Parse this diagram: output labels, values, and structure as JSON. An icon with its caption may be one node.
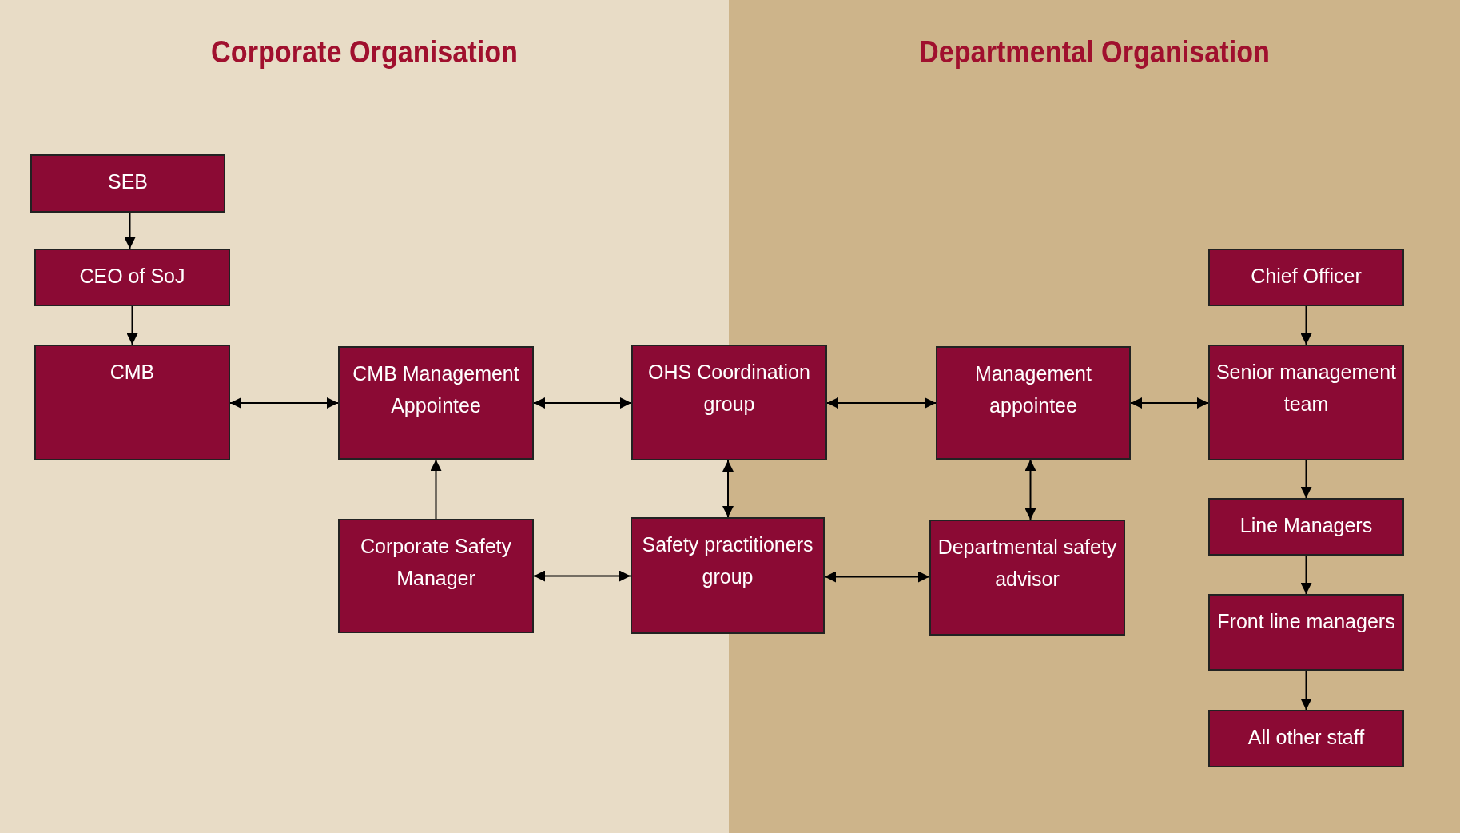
{
  "diagram": {
    "nodes": [
      {
        "text": [
          "Corporate Organisation"
        ]
      },
      {
        "text": [
          "Departmental Organisation"
        ]
      },
      {
        "text": [
          "SEB"
        ],
        "in": 0
      },
      {
        "text": [
          "CEO of SoJ"
        ],
        "in": 0
      },
      {
        "text": [
          "Chief Officer"
        ],
        "in": 1
      },
      {
        "text": [
          "CMB"
        ],
        "in": 0
      },
      {
        "text": [
          "CMB Management Appointee"
        ],
        "in": 0
      },
      {
        "text": [
          "OHS Coordination group"
        ]
      },
      {
        "text": [
          "Management appointee"
        ],
        "in": 1
      },
      {
        "text": [
          "Senior management team"
        ],
        "in": 1
      },
      {
        "text": [
          "Line Managers"
        ],
        "in": 1
      },
      {
        "text": [
          "Corporate Safety Manager"
        ],
        "in": 0
      },
      {
        "text": [
          "Safety practitioners group"
        ]
      },
      {
        "text": [
          "Departmental safety advisor"
        ],
        "in": 1
      },
      {
        "text": [
          "Front line managers"
        ],
        "in": 1
      },
      {
        "text": [
          "All other staff"
        ],
        "in": 1
      }
    ],
    "edges": [
      {
        "from": 2,
        "to": 3,
        "arrow": "to"
      },
      {
        "from": 3,
        "to": 5,
        "arrow": "to"
      },
      {
        "from": 5,
        "to": 6,
        "arrow": "both"
      },
      {
        "from": 6,
        "to": 7,
        "arrow": "both"
      },
      {
        "from": 7,
        "to": 8,
        "arrow": "both"
      },
      {
        "from": 8,
        "to": 9,
        "arrow": "both"
      },
      {
        "from": 4,
        "to": 9,
        "arrow": "to"
      },
      {
        "from": 9,
        "to": 10,
        "arrow": "to"
      },
      {
        "from": 11,
        "to": 6,
        "arrow": "to"
      },
      {
        "from": 7,
        "to": 12,
        "arrow": "both"
      },
      {
        "from": 8,
        "to": 13,
        "arrow": "both"
      },
      {
        "from": 11,
        "to": 12,
        "arrow": "both"
      },
      {
        "from": 12,
        "to": 13,
        "arrow": "both"
      },
      {
        "from": 10,
        "to": 14,
        "arrow": "to"
      },
      {
        "from": 14,
        "to": 15,
        "arrow": "to"
      }
    ]
  }
}
